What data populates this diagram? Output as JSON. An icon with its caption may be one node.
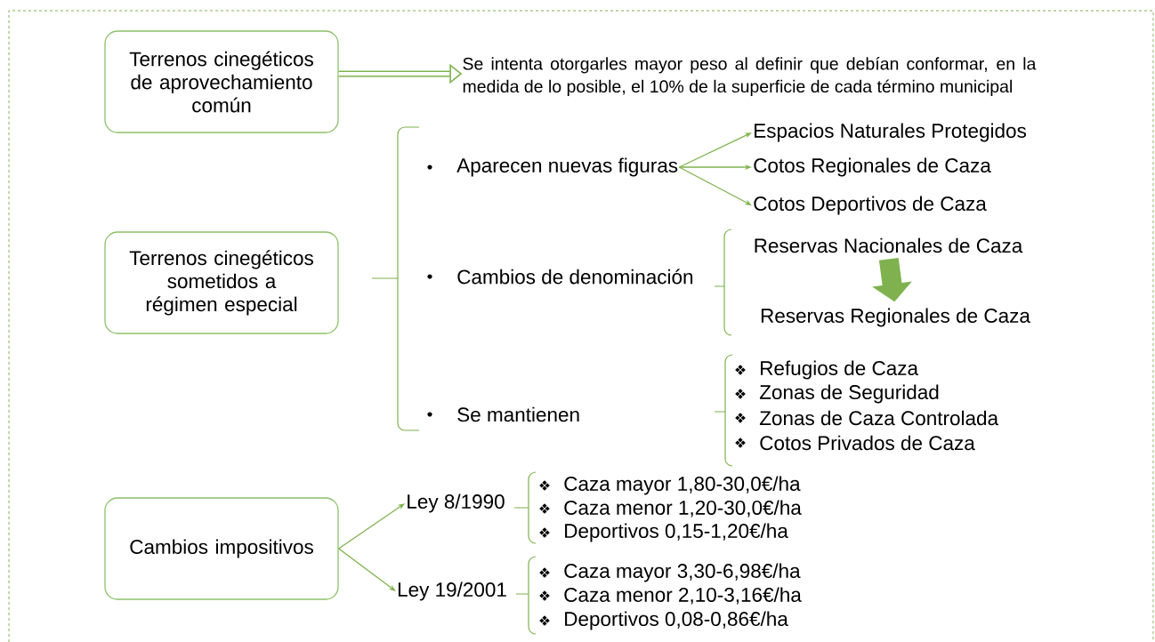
{
  "diagram": {
    "nodes": [
      {
        "text": [
          "Terrenos cinegéticos de aprovechamiento común"
        ]
      },
      {
        "text": [
          "Se intenta otorgarles mayor peso al definir que debían conformar, en la medida de lo posible, el 10% de la superficie de cada término municipal"
        ]
      },
      {
        "text": [
          "Terrenos cinegéticos sometidos a régimen especial"
        ]
      },
      {
        "text": [
          "Aparecen nuevas figuras"
        ]
      },
      {
        "text": [
          "Espacios Naturales Protegidos"
        ]
      },
      {
        "text": [
          "Cotos Regionales de Caza"
        ]
      },
      {
        "text": [
          "Cotos Deportivos de Caza"
        ]
      },
      {
        "text": [
          "Reservas Nacionales de Caza"
        ]
      },
      {
        "text": [
          "Reservas Regionales de Caza"
        ]
      },
      {
        "text": [
          "Cambios impositivos"
        ]
      },
      {
        "text": [
          "Ley 8/1990"
        ]
      },
      {
        "text": [
          "Ley 19/2001"
        ]
      }
    ],
    "edges": [
      {
        "from": 0,
        "to": 1,
        "arrow": "to",
        "style": "thick"
      },
      {
        "from": 3,
        "to": 4,
        "arrow": "to"
      },
      {
        "from": 3,
        "to": 5,
        "arrow": "to"
      },
      {
        "from": 3,
        "to": 6,
        "arrow": "to"
      },
      {
        "from": 7,
        "to": 8,
        "arrow": "to",
        "style": "thick"
      },
      {
        "from": 9,
        "to": 10,
        "arrow": "to"
      },
      {
        "from": 9,
        "to": 11,
        "arrow": "to"
      }
    ],
    "labels": [
      "Cambios de denominación",
      "Se mantienen",
      "Refugios de Caza",
      "Zonas de Seguridad",
      "Zonas de Caza Controlada",
      "Cotos Privados de Caza",
      "Caza mayor 1,80-30,0€/ha",
      "Caza menor 1,20-30,0€/ha",
      "Deportivos 0,15-1,20€/ha",
      "Caza mayor 3,30-6,98€/ha",
      "Caza menor 2,10-3,16€/ha",
      "Deportivos  0,08-0,86€/ha"
    ]
  }
}
